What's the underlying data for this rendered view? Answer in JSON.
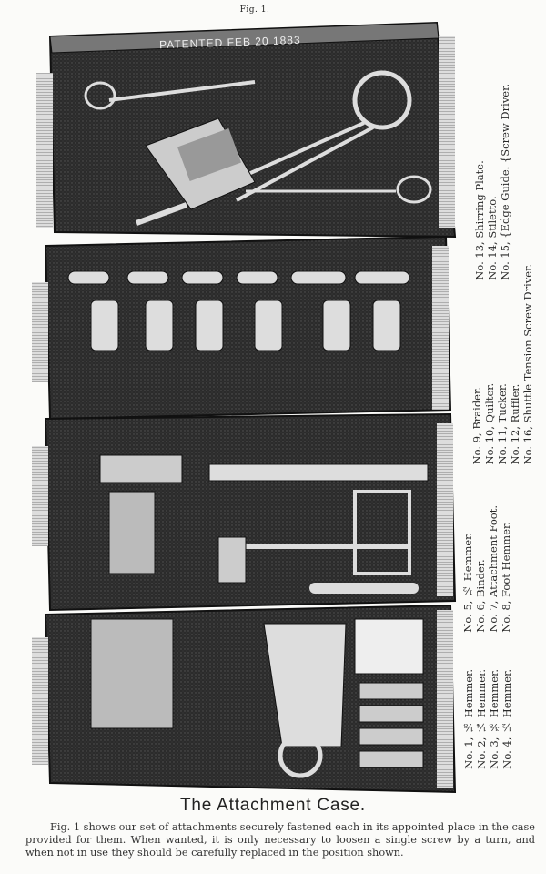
{
  "figure_label": "Fig. 1.",
  "case_lid_text": "PATENTED FEB 20 1883",
  "labels": {
    "group_top": [
      "No. 13, Shirring Plate.",
      "No. 14, Stiletto.",
      "No. 15, {Edge Guide. {Screw Driver."
    ],
    "group_second": [
      "No. 9, Braider.",
      "No. 10, Quilter.",
      "No. 11, Tucker.",
      "No. 12, Ruffler.",
      "No. 16, Shuttle Tension Screw Driver."
    ],
    "group_third": [
      "No. 5, ½ Hemmer.",
      "No. 6, Binder.",
      "No. 7, Attachment Foot.",
      "No. 8, Foot Hemmer."
    ],
    "group_bottom": [
      "No. 1, ⅛ Hemmer.",
      "No. 2, ¼ Hemmer.",
      "No. 3, ⅜ Hemmer.",
      "No. 4, ½ Hemmer."
    ]
  },
  "caption": {
    "title": "The Attachment Case.",
    "body": "Fig. 1 shows our set of attachments securely fastened each in its appointed place in the case provided for them. When wanted, it is only necessary to loosen a single screw by a turn, and when not in use they should be carefully replaced in the position shown."
  }
}
